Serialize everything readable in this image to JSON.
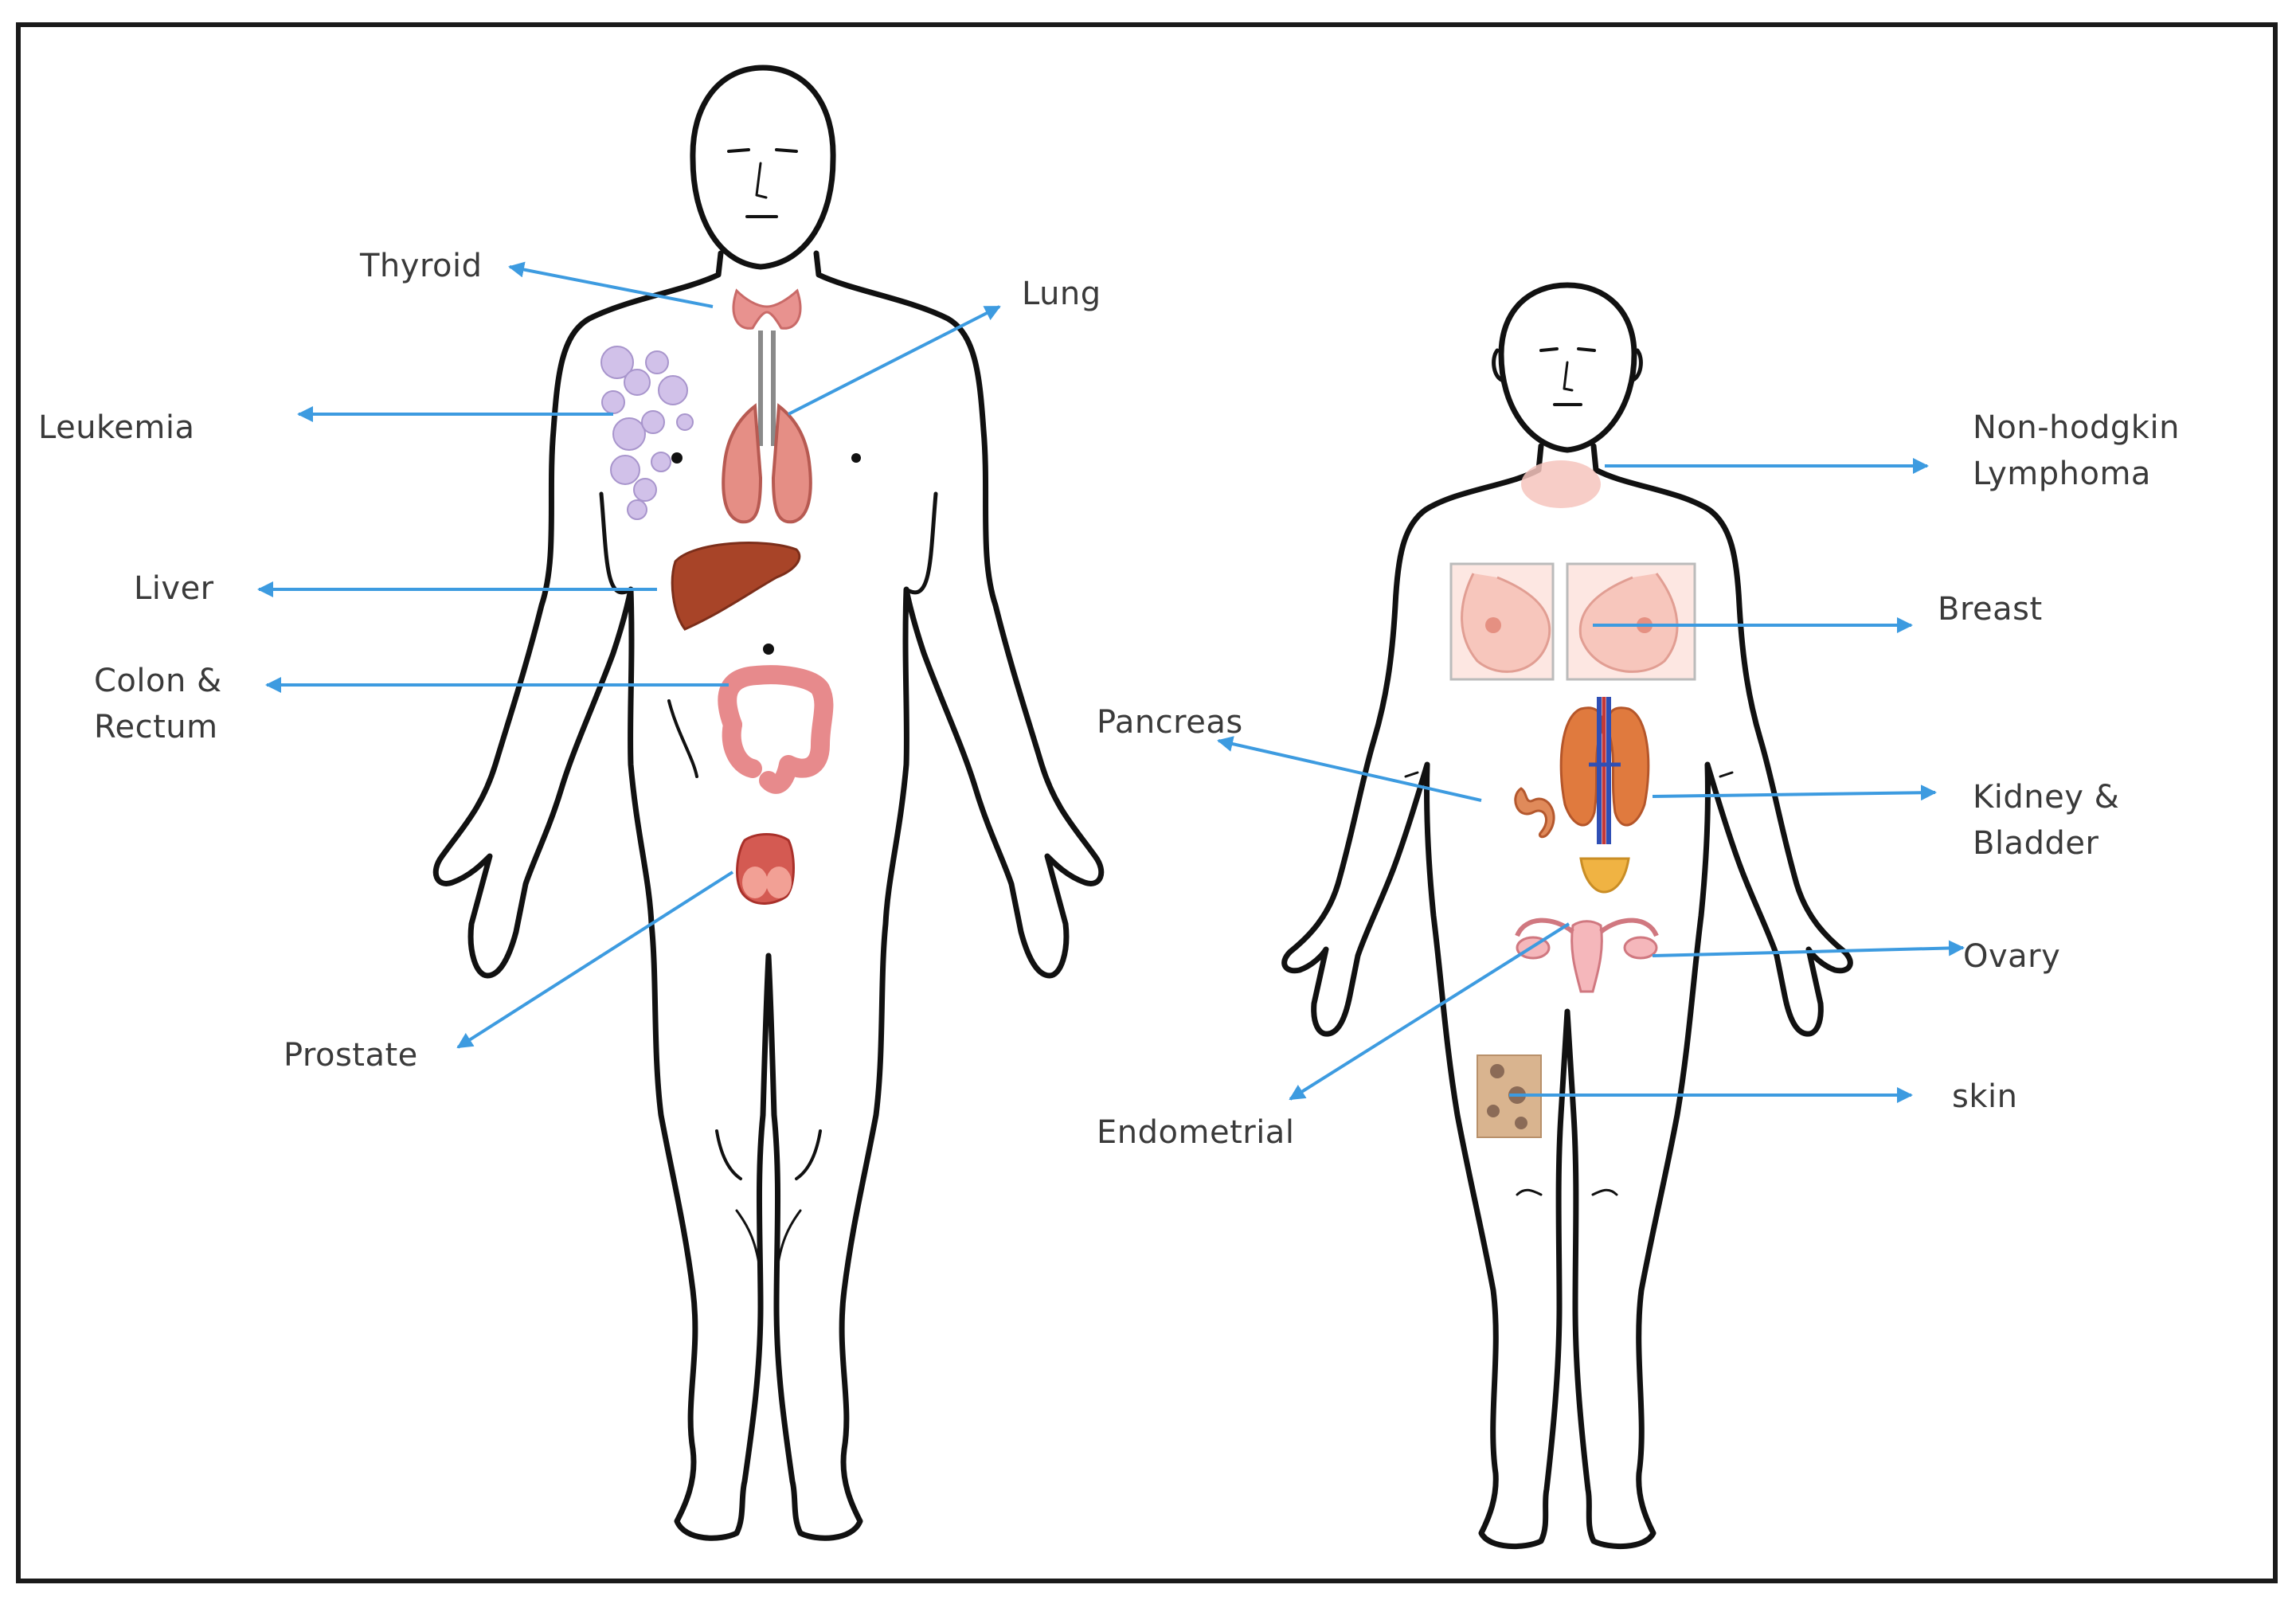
{
  "colors": {
    "arrow": "#3d9be0",
    "outline": "#111111",
    "organ_pink": "#e9898a",
    "organ_red": "#b9453a",
    "liver": "#a84428"
  },
  "male": {
    "labels": {
      "thyroid": "Thyroid",
      "lung": "Lung",
      "leukemia": "Leukemia",
      "liver": "Liver",
      "colon_rectum": "Colon &\nRectum",
      "prostate": "Prostate"
    }
  },
  "female": {
    "labels": {
      "non_hodgkin": "Non-hodgkin\nLymphoma",
      "breast": "Breast",
      "pancreas": "Pancreas",
      "kidney_bladder": "Kidney &\nBladder",
      "ovary": "Ovary",
      "endometrial": "Endometrial",
      "skin": "skin"
    }
  }
}
